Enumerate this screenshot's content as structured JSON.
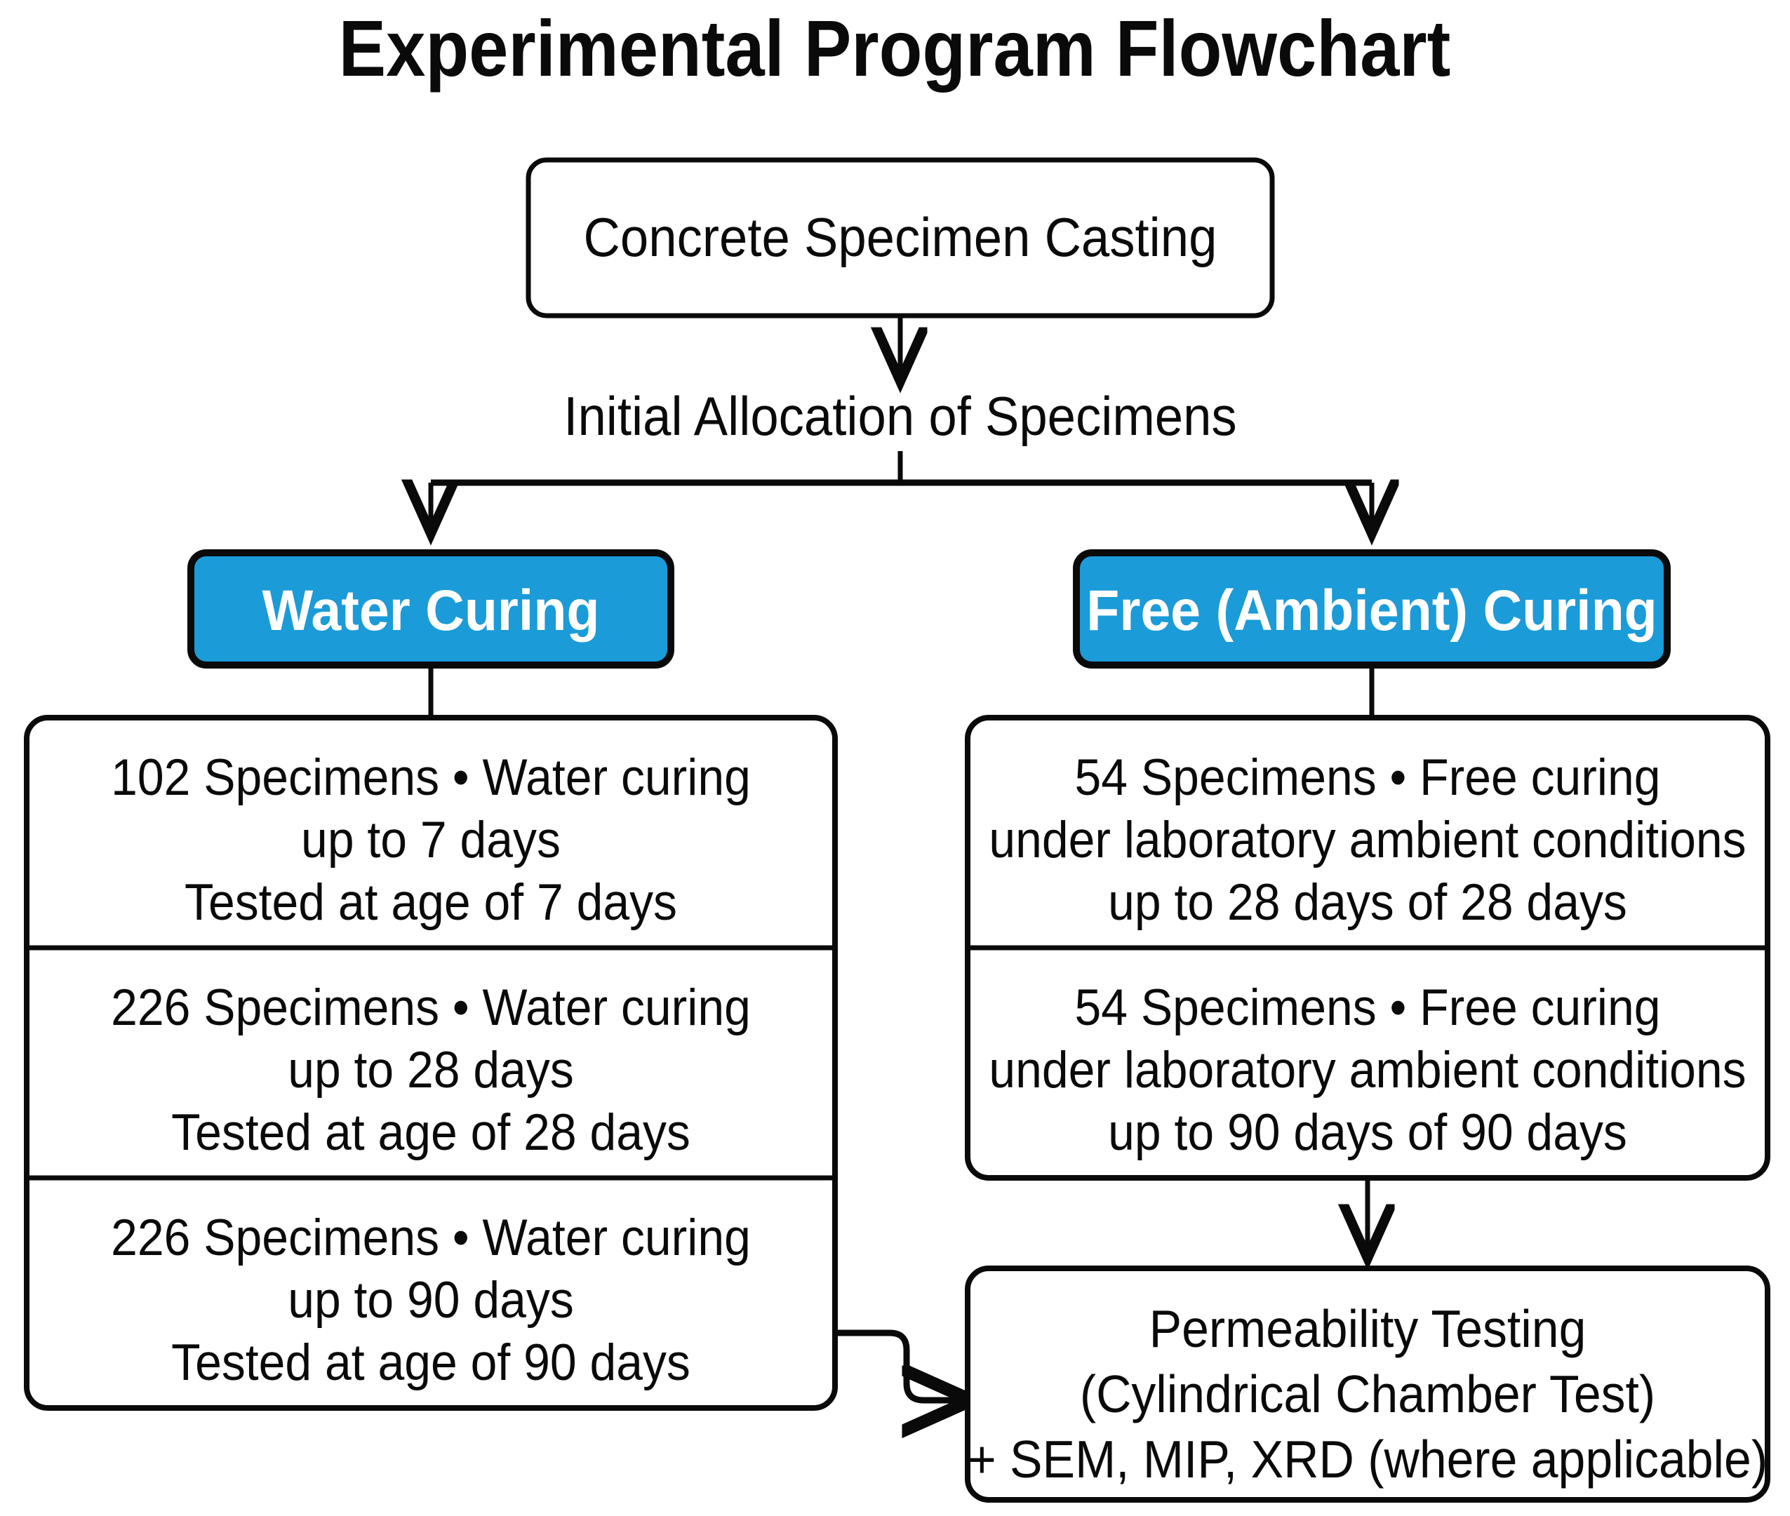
{
  "title": "Experimental Program Flowchart",
  "colors": {
    "accent_blue": "#1b9bd8",
    "stroke": "#0a0a0a",
    "box_fill": "#ffffff",
    "blue_text": "#ffffff",
    "page_background": "#ffffff"
  },
  "nodes": {
    "casting": {
      "label": "Concrete Specimen Casting"
    },
    "allocation": {
      "label": "Initial Allocation of Specimens"
    },
    "water_curing": {
      "label": "Water Curing"
    },
    "free_curing": {
      "label": "Free (Ambient) Curing"
    },
    "permeability": {
      "line1": "Permeability Testing",
      "line2": "(Cylindrical Chamber Test)",
      "line3": "+ SEM, MIP, XRD (where applicable)"
    }
  },
  "water_branch": {
    "header": "Water Curing",
    "cells": [
      {
        "line1": "102 Specimens  •  Water curing",
        "line2": "up to 7 days",
        "line3": "Tested at age of 7 days"
      },
      {
        "line1": "226 Specimens  •  Water curing",
        "line2": "up to 28 days",
        "line3": "Tested at age of 28 days"
      },
      {
        "line1": "226 Specimens  •  Water curing",
        "line2": "up to 90 days",
        "line3": "Tested at age of 90 days"
      }
    ]
  },
  "free_branch": {
    "header": "Free (Ambient) Curing",
    "cells": [
      {
        "line1": "54 Specimens  •  Free curing",
        "line2": "under laboratory ambient conditions",
        "line3": "up to 28 days of 28 days"
      },
      {
        "line1": "54 Specimens  •  Free curing",
        "line2": "under laboratory ambient conditions",
        "line3": "up to 90 days of 90 days"
      }
    ]
  },
  "chart_data": {
    "type": "diagram",
    "title": "Experimental Program Flowchart",
    "nodes": [
      {
        "id": "casting",
        "label": "Concrete Specimen Casting",
        "style": "white-box"
      },
      {
        "id": "allocation",
        "label": "Initial Allocation of Specimens",
        "style": "plain-text"
      },
      {
        "id": "water_curing",
        "label": "Water Curing",
        "style": "blue-box"
      },
      {
        "id": "free_curing",
        "label": "Free (Ambient) Curing",
        "style": "blue-box"
      },
      {
        "id": "water_7",
        "label": "102 Specimens • Water curing up to 7 days / Tested at age of 7 days",
        "style": "white-cell"
      },
      {
        "id": "water_28",
        "label": "226 Specimens • Water curing up to 28 days / Tested at age of 28 days",
        "style": "white-cell"
      },
      {
        "id": "water_90",
        "label": "226 Specimens • Water curing up to 90 days / Tested at age of 90 days",
        "style": "white-cell"
      },
      {
        "id": "free_28",
        "label": "54 Specimens • Free curing under laboratory ambient conditions up to 28 days of 28 days",
        "style": "white-cell"
      },
      {
        "id": "free_90",
        "label": "54 Specimens • Free curing under laboratory ambient conditions up to 90 days of 90 days",
        "style": "white-cell"
      },
      {
        "id": "permeability",
        "label": "Permeability Testing (Cylindrical Chamber Test) + SEM, MIP, XRD (where applicable)",
        "style": "white-box"
      }
    ],
    "edges": [
      {
        "from": "casting",
        "to": "allocation",
        "arrow": true
      },
      {
        "from": "allocation",
        "to": "water_curing",
        "arrow": true
      },
      {
        "from": "allocation",
        "to": "free_curing",
        "arrow": true
      },
      {
        "from": "water_curing",
        "to": "water_stack",
        "arrow": false
      },
      {
        "from": "free_curing",
        "to": "free_stack",
        "arrow": false
      },
      {
        "from": "free_stack",
        "to": "permeability",
        "arrow": true
      },
      {
        "from": "water_90",
        "to": "permeability",
        "arrow": true
      }
    ]
  }
}
